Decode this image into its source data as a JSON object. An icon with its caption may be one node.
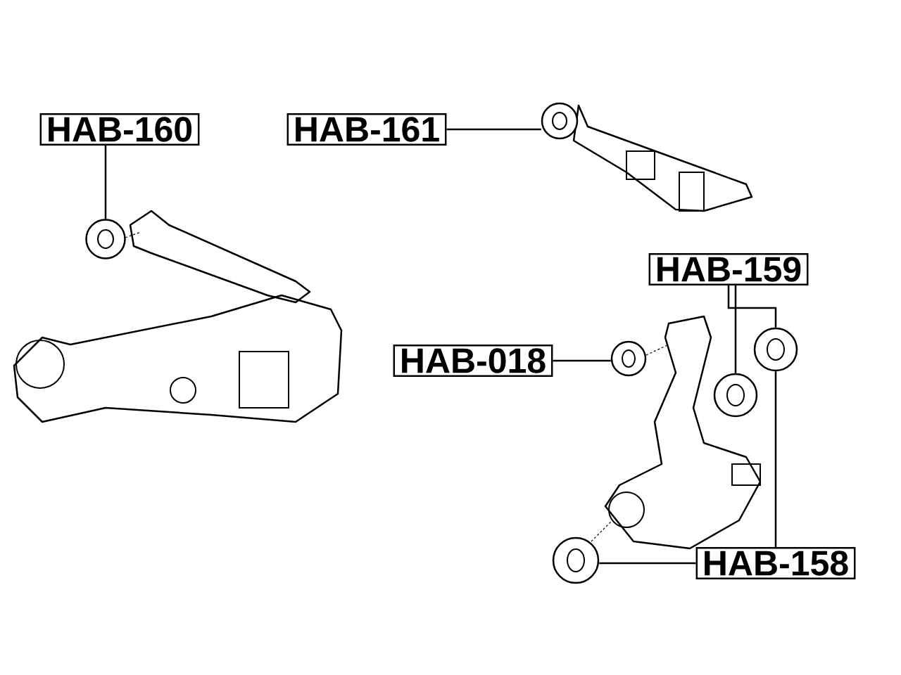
{
  "diagram": {
    "nodes": [
      {
        "text": [
          "HAB-160"
        ]
      },
      {
        "text": [
          "HAB-161"
        ]
      },
      {
        "text": [
          "HAB-159"
        ]
      },
      {
        "text": [
          "HAB-018"
        ]
      },
      {
        "text": [
          "HAB-158"
        ]
      },
      {
        "text": [],
        "shape": "picture"
      },
      {
        "text": [],
        "shape": "picture"
      },
      {
        "text": [],
        "shape": "picture"
      },
      {
        "text": [],
        "shape": "picture"
      },
      {
        "text": [],
        "shape": "picture"
      },
      {
        "text": [],
        "shape": "picture"
      }
    ],
    "edges": [
      {
        "from": 0,
        "to": 5,
        "arrow": "none"
      },
      {
        "from": 1,
        "to": 6,
        "arrow": "none"
      },
      {
        "from": 2,
        "to": 7,
        "arrow": "none"
      },
      {
        "from": 2,
        "to": 8,
        "arrow": "none"
      },
      {
        "from": 3,
        "to": 9,
        "arrow": "none"
      },
      {
        "from": 4,
        "to": 8,
        "arrow": "none"
      },
      {
        "from": 4,
        "to": 10,
        "arrow": "none"
      }
    ]
  }
}
